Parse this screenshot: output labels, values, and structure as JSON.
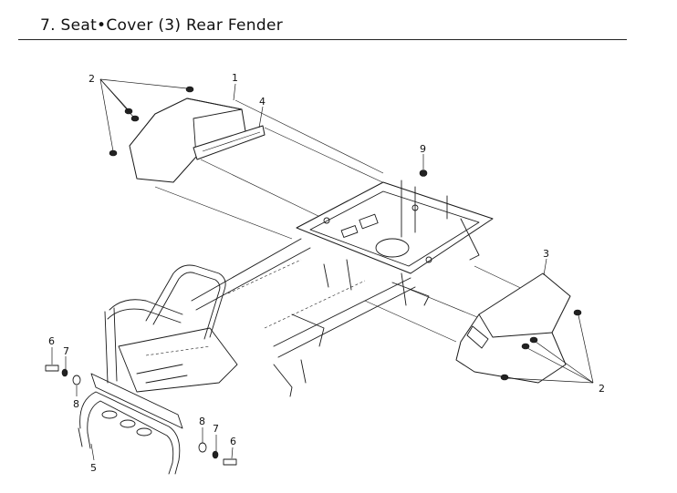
{
  "header": {
    "title": "7. Seat•Cover (3) Rear Fender"
  },
  "callouts": {
    "c1": "1",
    "c2a": "2",
    "c2b": "2",
    "c3": "3",
    "c4": "4",
    "c5": "5",
    "c6a": "6",
    "c6b": "6",
    "c7a": "7",
    "c7b": "7",
    "c8a": "8",
    "c8b": "8",
    "c9": "9"
  }
}
